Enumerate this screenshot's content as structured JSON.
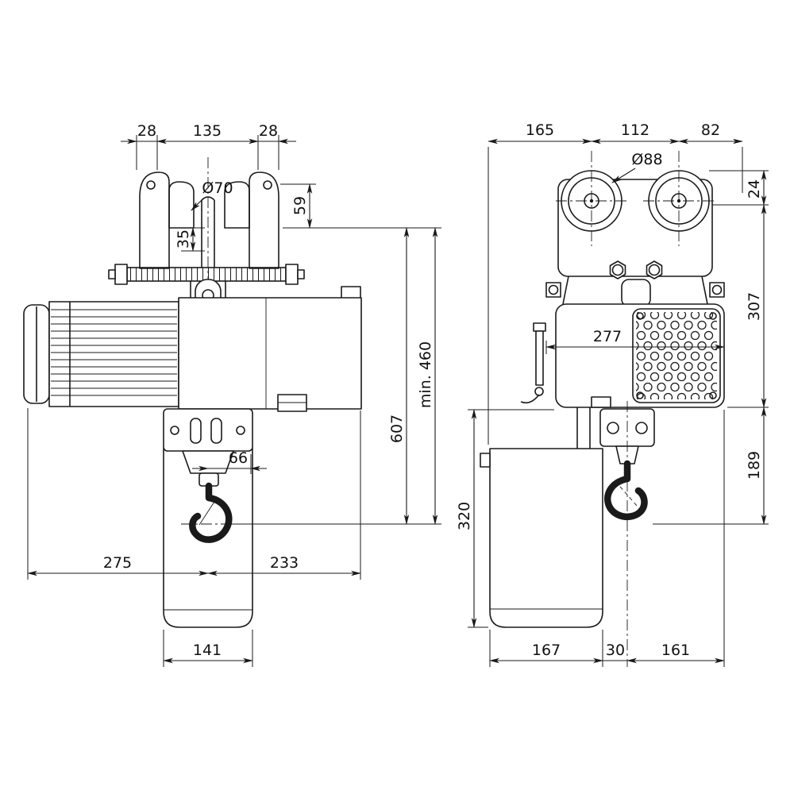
{
  "drawing": {
    "line_color": "#1a1a1a",
    "background_color": "#ffffff"
  },
  "side_view": {
    "top_left": "28",
    "top_center": "135",
    "top_right": "28",
    "wheel_dia": "Ø70",
    "d59": "59",
    "d35": "35",
    "d607": "607",
    "d_min460": "min. 460",
    "d66": "66",
    "d275": "275",
    "d233": "233",
    "d141": "141"
  },
  "front_view": {
    "top_left": "165",
    "top_center": "112",
    "top_right": "82",
    "wheel_dia": "Ø88",
    "d24": "24",
    "d307": "307",
    "d277": "277",
    "d189": "189",
    "d320": "320",
    "d167": "167",
    "d30": "30",
    "d161": "161"
  }
}
